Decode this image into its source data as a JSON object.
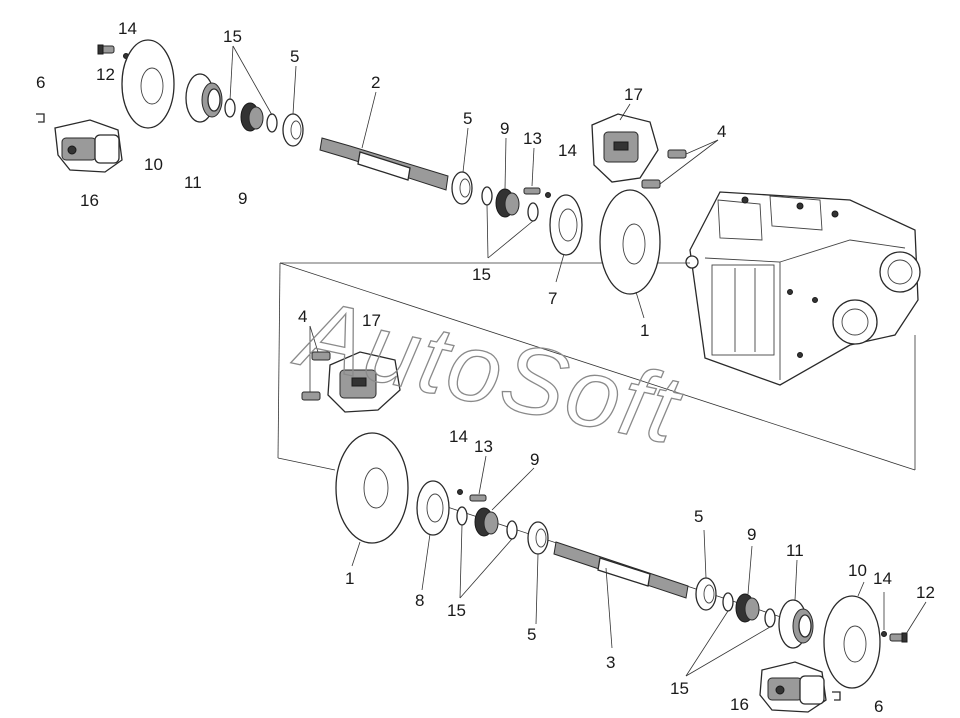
{
  "watermark": "AutoSoft",
  "callouts": [
    {
      "id": "c14a",
      "text": "14"
    },
    {
      "id": "c12a",
      "text": "12"
    },
    {
      "id": "c6a",
      "text": "6"
    },
    {
      "id": "c15a",
      "text": "15"
    },
    {
      "id": "c5a",
      "text": "5"
    },
    {
      "id": "c2",
      "text": "2"
    },
    {
      "id": "c17a",
      "text": "17"
    },
    {
      "id": "c4a",
      "text": "4"
    },
    {
      "id": "c10a",
      "text": "10"
    },
    {
      "id": "c11a",
      "text": "11"
    },
    {
      "id": "c9a",
      "text": "9"
    },
    {
      "id": "c16a",
      "text": "16"
    },
    {
      "id": "c5b",
      "text": "5"
    },
    {
      "id": "c9b",
      "text": "9"
    },
    {
      "id": "c13a",
      "text": "13"
    },
    {
      "id": "c14b",
      "text": "14"
    },
    {
      "id": "c15b",
      "text": "15"
    },
    {
      "id": "c7",
      "text": "7"
    },
    {
      "id": "c1a",
      "text": "1"
    },
    {
      "id": "c4b",
      "text": "4"
    },
    {
      "id": "c17b",
      "text": "17"
    },
    {
      "id": "c14c",
      "text": "14"
    },
    {
      "id": "c13b",
      "text": "13"
    },
    {
      "id": "c9c",
      "text": "9"
    },
    {
      "id": "c1b",
      "text": "1"
    },
    {
      "id": "c8",
      "text": "8"
    },
    {
      "id": "c15c",
      "text": "15"
    },
    {
      "id": "c5c",
      "text": "5"
    },
    {
      "id": "c5d",
      "text": "5"
    },
    {
      "id": "c9d",
      "text": "9"
    },
    {
      "id": "c11b",
      "text": "11"
    },
    {
      "id": "c10b",
      "text": "10"
    },
    {
      "id": "c14d",
      "text": "14"
    },
    {
      "id": "c12b",
      "text": "12"
    },
    {
      "id": "c3",
      "text": "3"
    },
    {
      "id": "c15d",
      "text": "15"
    },
    {
      "id": "c16b",
      "text": "16"
    },
    {
      "id": "c6b",
      "text": "6"
    }
  ]
}
